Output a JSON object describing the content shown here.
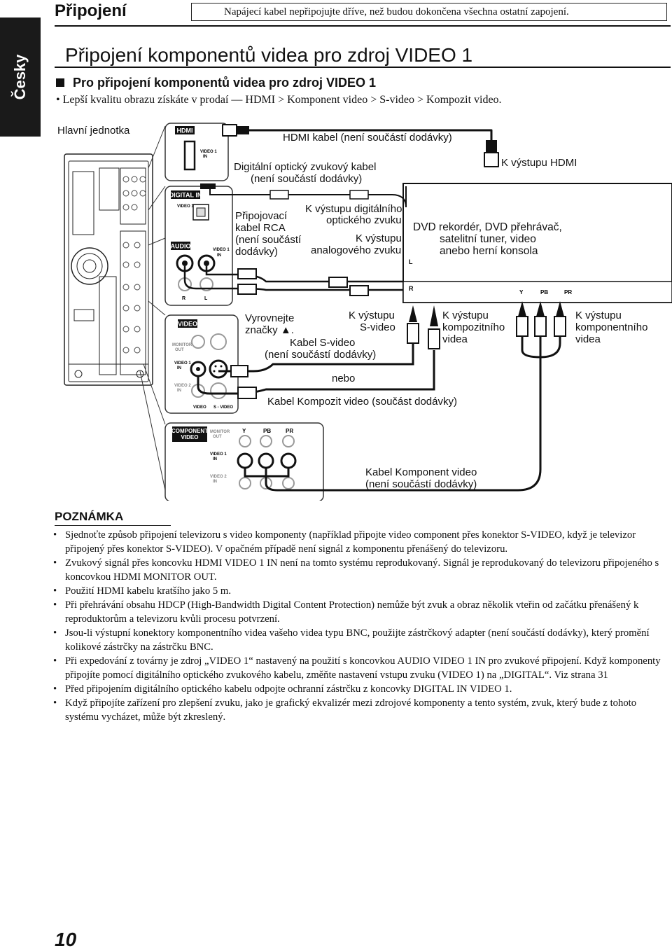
{
  "side_tab": "Česky",
  "header": {
    "title": "Připojení",
    "note": "Napájecí kabel nepřipojujte dříve, než budou dokončena všechna ostatní zapojení."
  },
  "section_title": "Připojení komponentů videa pro zdroj VIDEO 1",
  "subheading": "Pro připojení komponentů videa pro zdroj VIDEO 1",
  "intro": "• Lepší kvalitu obrazu získáte v prodaí — HDMI > Komponent video > S-video > Kompozit video.",
  "diagram": {
    "main_unit": "Hlavní jednotka",
    "hdmi_cable": "HDMI kabel (není součástí dodávky)",
    "optical_cable": [
      "Digitální optický zvukový kabel",
      "(není součástí dodávky)"
    ],
    "to_hdmi_out": "K výstupu HDMI",
    "rca_cable": [
      "Připojovací",
      "kabel RCA",
      "(není součástí",
      "dodávky)"
    ],
    "to_digital_optical": [
      "K výstupu digitálního",
      "optického zvuku"
    ],
    "to_analog": [
      "K výstupu",
      "analogového zvuku"
    ],
    "source_device": [
      "DVD rekordér, DVD přehrávač,",
      "satelitní tuner, video",
      "anebo herní konsola"
    ],
    "align_marks": [
      "Vyrovnejte",
      "značky ▲."
    ],
    "to_svideo": [
      "K výstupu",
      "S-video"
    ],
    "svideo_cable": [
      "Kabel S-video",
      "(není součástí dodávky)"
    ],
    "to_composite": [
      "K výstupu",
      "kompozitního",
      "videa"
    ],
    "to_component": [
      "K výstupu",
      "komponentního",
      "videa"
    ],
    "or": "nebo",
    "composite_cable": "Kabel Kompozit video (součást dodávky)",
    "component_cable": [
      "Kabel Komponent video",
      "(není součástí dodávky)"
    ],
    "panel_labels": {
      "hdmi": "HDMI",
      "hdmi_video1_in": [
        "VIDEO 1",
        "IN"
      ],
      "digital_in": "DIGITAL IN",
      "digital_video1": "VIDEO 1",
      "audio": "AUDIO",
      "audio_video1_in": [
        "VIDEO 1",
        "IN"
      ],
      "r": "R",
      "l": "L",
      "video": "VIDEO",
      "monitor_out": [
        "MONITOR",
        "OUT"
      ],
      "video1_in": [
        "VIDEO 1",
        "IN"
      ],
      "video2_in": [
        "VIDEO 2",
        "IN"
      ],
      "video_lbl": "VIDEO",
      "s_video": "S - VIDEO",
      "component_video": [
        "COMPONENT",
        "VIDEO"
      ],
      "y": "Y",
      "pb": "PB",
      "pr": "PR",
      "comp_monitor_out": [
        "MONITOR",
        "OUT"
      ],
      "comp_video1_in": [
        "VIDEO 1",
        "IN"
      ],
      "comp_video2_in": [
        "VIDEO 2",
        "IN"
      ]
    },
    "device_labels": {
      "l": "L",
      "r": "R",
      "y": "Y",
      "pb": "PB",
      "pr": "PR"
    }
  },
  "notes_heading": "POZNÁMKA",
  "notes": [
    "Sjednoťte způsob připojení televizoru s video komponenty (například připojte video component přes konektor S-VIDEO, když je televizor připojený přes konektor S-VIDEO). V opačném případě není signál z komponentu přenášený do televizoru.",
    "Zvukový signál přes koncovku HDMI VIDEO 1 IN není na tomto systému reprodukovaný. Signál je reprodukovaný do televizoru připojeného s koncovkou HDMI MONITOR OUT.",
    "Použití HDMI kabelu kratšího jako 5 m.",
    "Při přehrávání obsahu HDCP (High-Bandwidth Digital Content Protection) nemůže být zvuk a obraz několik vteřin od začátku přenášený k reproduktorům a televizoru kvůli procesu potvrzení.",
    "Jsou-li výstupní konektory komponentního videa vašeho videa typu BNC, použijte zástrčkový adapter (není součástí dodávky), který promění kolikové zástrčky na zástrčku BNC.",
    "Při expedování z továrny je zdroj „VIDEO 1“ nastavený na použití s koncovkou AUDIO VIDEO 1 IN pro zvukové připojení. Když komponenty připojíte pomocí digitálního optického zvukového kabelu, změňte nastavení vstupu zvuku (VIDEO 1) na „DIGITAL“. Viz strana 31",
    "Před připojením digitálního optického kabelu odpojte ochranní zástrčku z koncovky DIGITAL IN VIDEO 1.",
    "Když připojíte zařízení pro zlepšení zvuku, jako je grafický ekvalizér mezi zdrojové komponenty a tento systém, zvuk, který bude z tohoto systému vycházet, může být zkreslený."
  ],
  "page_number": "10"
}
